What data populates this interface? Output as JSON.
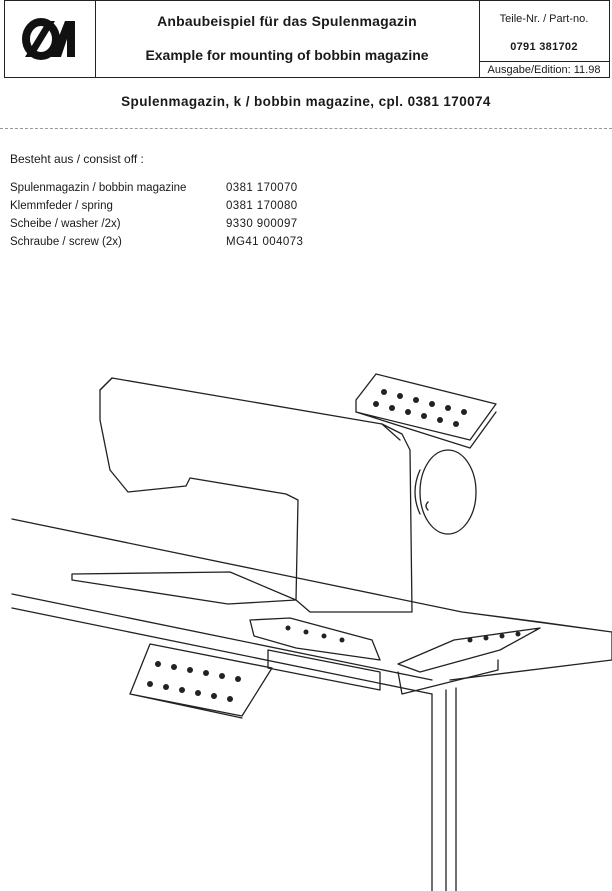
{
  "header": {
    "title_de": "Anbaubeispiel für das Spulenmagazin",
    "title_en": "Example for mounting of bobbin magazine",
    "part_label": "Teile-Nr. / Part-no.",
    "part_number": "0791 381702",
    "edition": "Ausgabe/Edition: 11.98"
  },
  "subtitle": "Spulenmagazin, k / bobbin magazine, cpl. 0381 170074",
  "consist_label": "Besteht aus / consist off :",
  "parts": [
    {
      "name": "Spulenmagazin / bobbin magazine",
      "number": "0381  170070"
    },
    {
      "name": "Klemmfeder / spring",
      "number": "0381  170080"
    },
    {
      "name": "Scheibe / washer /2x)",
      "number": "9330  900097"
    },
    {
      "name": "Schraube / screw (2x)",
      "number": "MG41 004073"
    }
  ],
  "colors": {
    "ink": "#1a1a1a",
    "paper": "#ffffff"
  },
  "icons": {
    "logo": "duerkopp-adler-logo"
  }
}
